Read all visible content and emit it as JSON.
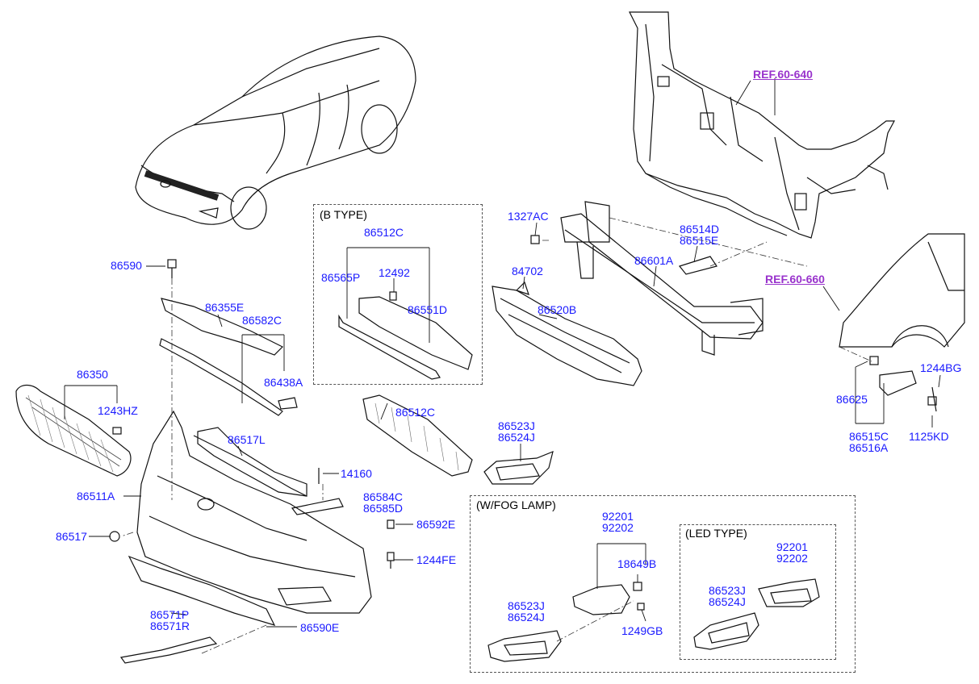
{
  "boxes": {
    "b_type": "(B TYPE)",
    "fog_lamp": "(W/FOG LAMP)",
    "led_type": "(LED TYPE)"
  },
  "refs": {
    "ref1": "REF.60-640",
    "ref2": "REF.60-660"
  },
  "labels": {
    "p1327AC": "1327AC",
    "p86601A": "86601A",
    "p86514D": "86514D",
    "p86515E": "86515E",
    "p84702": "84702",
    "p86520B": "86520B",
    "p86590": "86590",
    "p86355E": "86355E",
    "p86582C": "86582C",
    "p86438A": "86438A",
    "p86350": "86350",
    "p1243HZ": "1243HZ",
    "p86512C_a": "86512C",
    "p86565P": "86565P",
    "p12492": "12492",
    "p86551D": "86551D",
    "p86512C_b": "86512C",
    "p86523J_a": "86523J",
    "p86524J_a": "86524J",
    "p86517L": "86517L",
    "p14160": "14160",
    "p86511A": "86511A",
    "p86584C": "86584C",
    "p86585D": "86585D",
    "p86517": "86517",
    "p86592E": "86592E",
    "p1244FE": "1244FE",
    "p86571P": "86571P",
    "p86571R": "86571R",
    "p86590E": "86590E",
    "p92201_a": "92201",
    "p92202_a": "92202",
    "p18649B": "18649B",
    "p86523J_b": "86523J",
    "p86524J_b": "86524J",
    "p1249GB": "1249GB",
    "p92201_b": "92201",
    "p92202_b": "92202",
    "p86523J_c": "86523J",
    "p86524J_c": "86524J",
    "p1244BG": "1244BG",
    "p86625": "86625",
    "p1125KD": "1125KD",
    "p86515C": "86515C",
    "p86516A": "86516A"
  }
}
